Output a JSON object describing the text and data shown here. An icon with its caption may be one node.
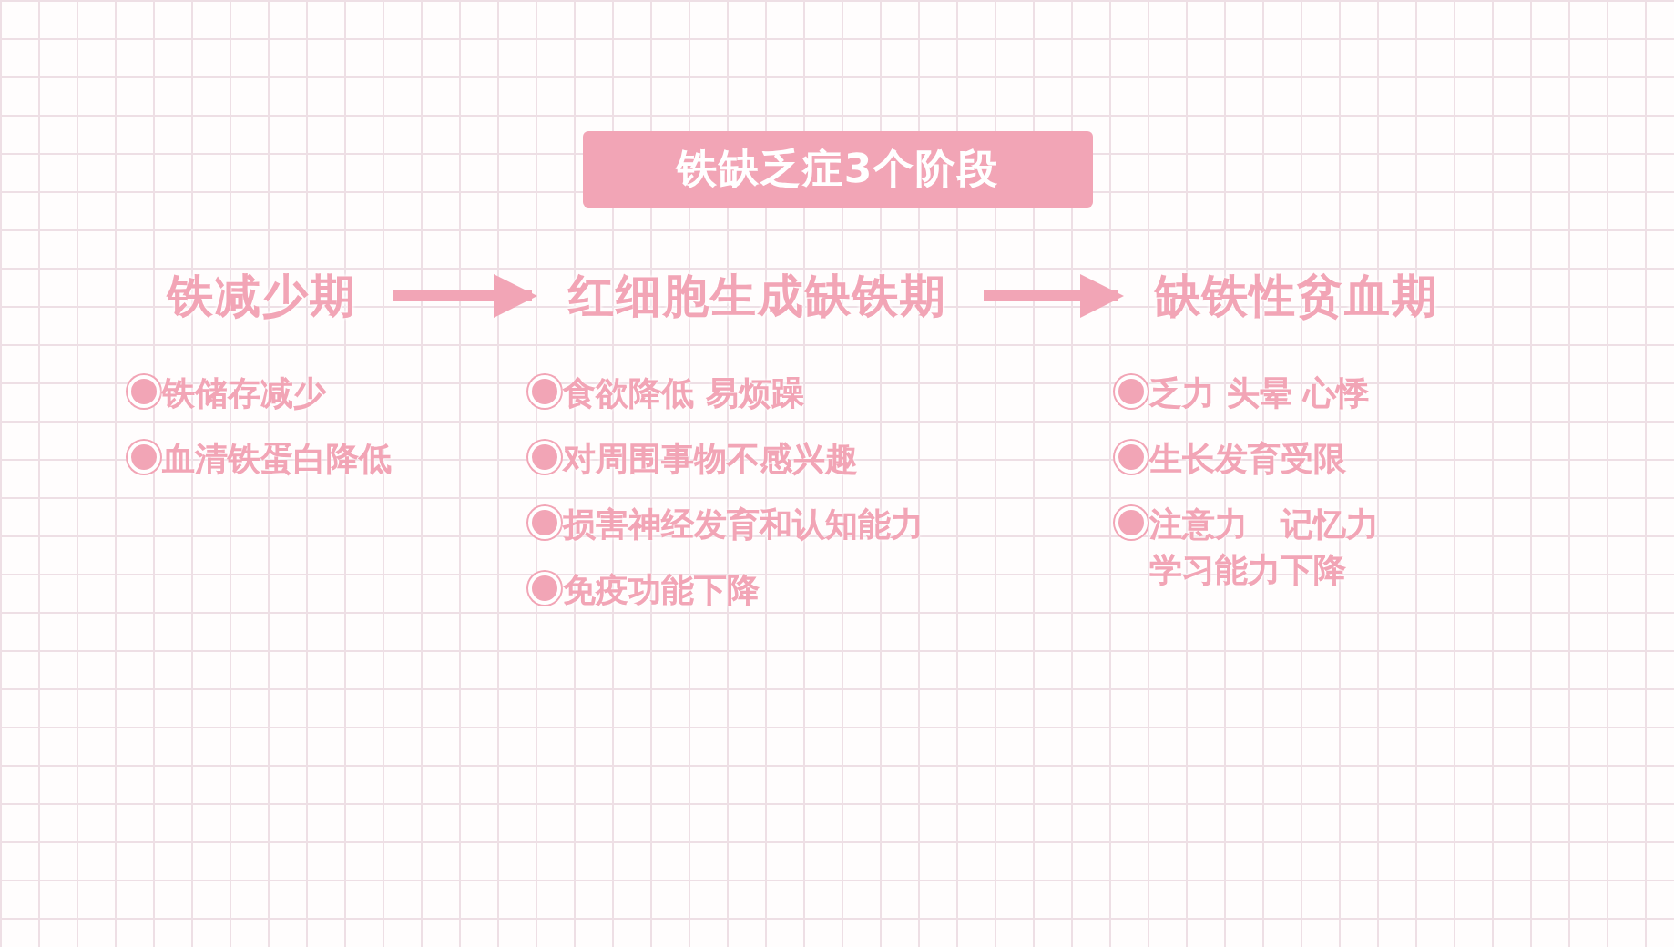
{
  "diagram": {
    "title": "铁缺乏症3个阶段",
    "nodes": [
      {
        "text": [
          "铁减少期"
        ],
        "beside": [
          "铁储存减少",
          "血清铁蛋白降低"
        ]
      },
      {
        "text": [
          "红细胞生成缺铁期"
        ],
        "beside": [
          "食欲降低 易烦躁",
          "对周围事物不感兴趣",
          "损害神经发育和认知能力",
          "免疫功能下降"
        ]
      },
      {
        "text": [
          "缺铁性贫血期"
        ],
        "beside": [
          "乏力 头晕 心悸",
          "生长发育受限",
          "注意力　记忆力学习能力下降"
        ]
      }
    ],
    "edges": [
      {
        "from": 0,
        "to": 1,
        "arrow": "to"
      },
      {
        "from": 1,
        "to": 2,
        "arrow": "to"
      }
    ]
  }
}
